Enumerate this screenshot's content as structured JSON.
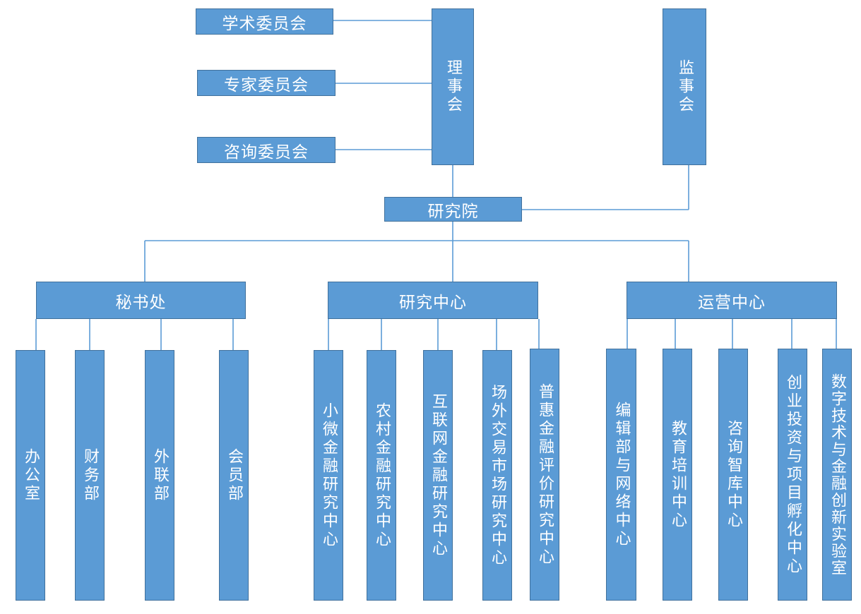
{
  "governance": {
    "committees": [
      "学术委员会",
      "专家委员会",
      "咨询委员会"
    ],
    "board": "理事会",
    "supervisory": "监事会"
  },
  "institute": "研究院",
  "departments": [
    {
      "name": "秘书处",
      "units": [
        "办公室",
        "财务部",
        "外联部",
        "会员部"
      ]
    },
    {
      "name": "研究中心",
      "units": [
        "小微金融研究中心",
        "农村金融研究中心",
        "互联网金融研究中心",
        "场外交易市场研究中心",
        "普惠金融评价研究中心"
      ]
    },
    {
      "name": "运营中心",
      "units": [
        "编辑部与网络中心",
        "教育培训中心",
        "咨询智库中心",
        "创业投资与项目孵化中心",
        "数字技术与金融创新实验室"
      ]
    }
  ],
  "colors": {
    "box_fill": "#5b9bd5",
    "box_border": "#41719c",
    "line": "#5b9bd5",
    "text": "#ffffff"
  }
}
